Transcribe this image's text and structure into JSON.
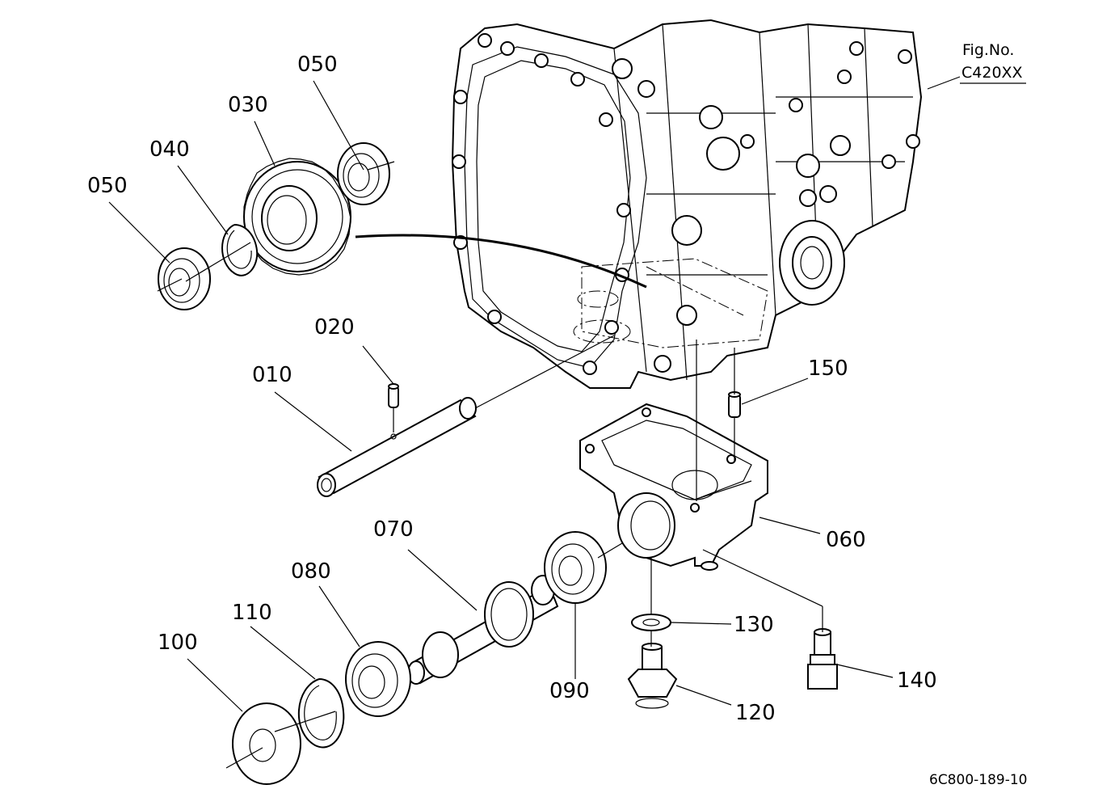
{
  "figure": {
    "fig_label": "Fig.No.",
    "fig_number": "C420XX",
    "drawing_code": "6C800-189-10"
  },
  "parts": [
    {
      "id": "p010",
      "label": "010"
    },
    {
      "id": "p020",
      "label": "020"
    },
    {
      "id": "p030",
      "label": "030"
    },
    {
      "id": "p040",
      "label": "040"
    },
    {
      "id": "p050a",
      "label": "050"
    },
    {
      "id": "p050b",
      "label": "050"
    },
    {
      "id": "p060",
      "label": "060"
    },
    {
      "id": "p070",
      "label": "070"
    },
    {
      "id": "p080",
      "label": "080"
    },
    {
      "id": "p090",
      "label": "090"
    },
    {
      "id": "p100",
      "label": "100"
    },
    {
      "id": "p110",
      "label": "110"
    },
    {
      "id": "p120",
      "label": "120"
    },
    {
      "id": "p130",
      "label": "130"
    },
    {
      "id": "p140",
      "label": "140"
    },
    {
      "id": "p150",
      "label": "150"
    }
  ]
}
